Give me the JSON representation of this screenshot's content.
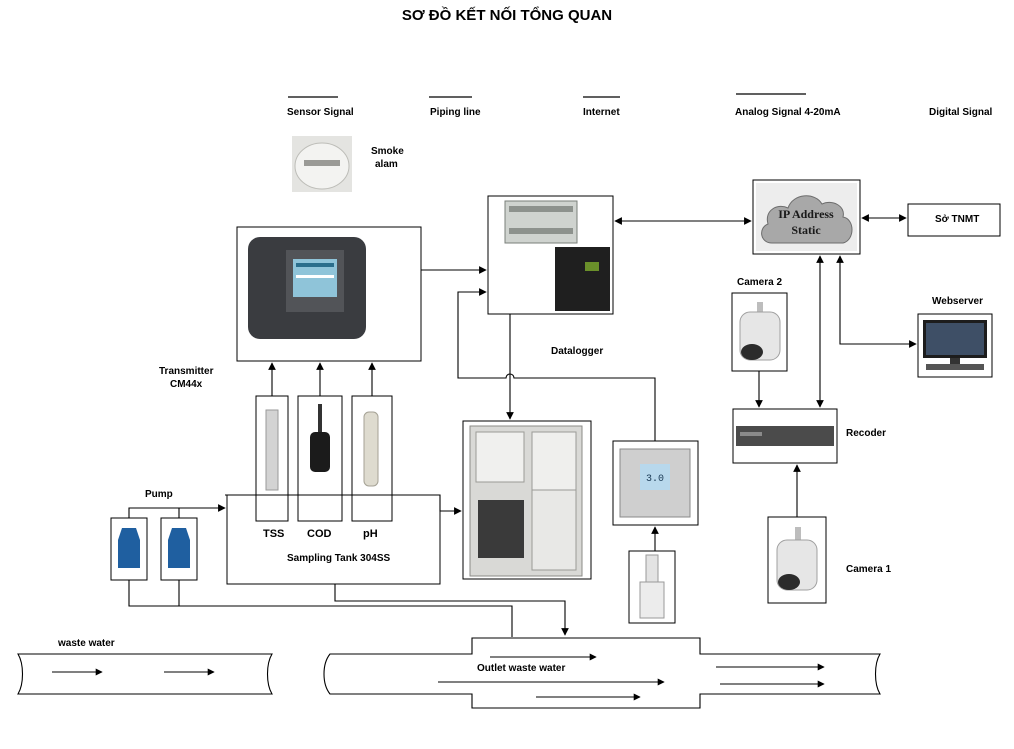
{
  "title": "SƠ ĐỒ KẾT NỐI TỔNG QUAN",
  "legend": {
    "sensor": "Sensor Signal",
    "piping": "Piping line",
    "internet": "Internet",
    "analog": "Analog Signal 4-20mA",
    "digital": "Digital Signal"
  },
  "labels": {
    "smoke_line1": "Smoke",
    "smoke_line2": "alam",
    "transmitter_line1": "Transmitter",
    "transmitter_line2": "CM44x",
    "datalogger": "Datalogger",
    "pump": "Pump",
    "tss": "TSS",
    "cod": "COD",
    "ph": "pH",
    "sampling_tank": "Sampling Tank 304SS",
    "so_tnmt": "Sở TNMT",
    "webserver": "Webserver",
    "camera2": "Camera 2",
    "camera1": "Camera 1",
    "recorder": "Recoder",
    "waste_water": "waste water",
    "outlet": "Outlet waste water",
    "ip_line1": "IP Address",
    "ip_line2": "Static",
    "meter_display": "3.0"
  }
}
